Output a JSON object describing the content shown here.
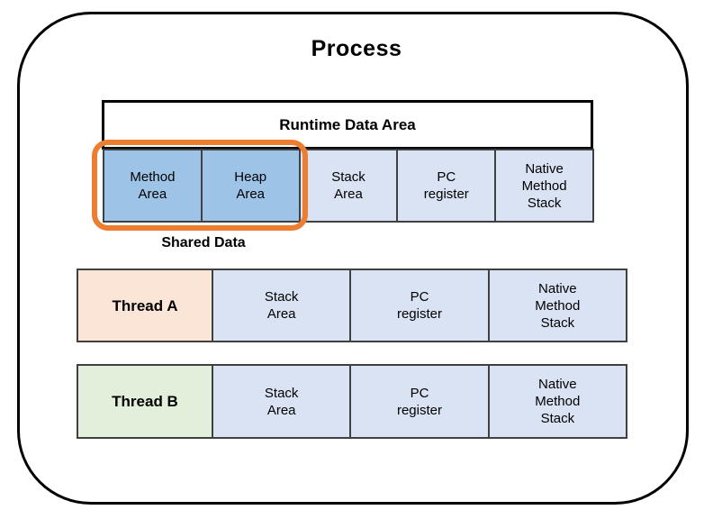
{
  "process": {
    "title": "Process"
  },
  "runtime": {
    "header_label": "Runtime Data Area",
    "cells": [
      {
        "label": "Method\nArea"
      },
      {
        "label": "Heap\nArea"
      },
      {
        "label": "Stack\nArea"
      },
      {
        "label": "PC\nregister"
      },
      {
        "label": "Native\nMethod\nStack"
      }
    ],
    "shared_data_label": "Shared Data"
  },
  "threads": [
    {
      "name": "Thread A",
      "cells": [
        {
          "label": "Stack\nArea"
        },
        {
          "label": "PC\nregister"
        },
        {
          "label": "Native\nMethod\nStack"
        }
      ]
    },
    {
      "name": "Thread B",
      "cells": [
        {
          "label": "Stack\nArea"
        },
        {
          "label": "PC\nregister"
        },
        {
          "label": "Native\nMethod\nStack"
        }
      ]
    }
  ],
  "colors": {
    "shared_cell": "#9DC3E6",
    "cell": "#DAE3F3",
    "thread_a_cell": "#FBE5D6",
    "thread_b_cell": "#E2EFDA",
    "highlight": "#ED7D31",
    "cell_border": "#404040",
    "outline": "#000000"
  }
}
